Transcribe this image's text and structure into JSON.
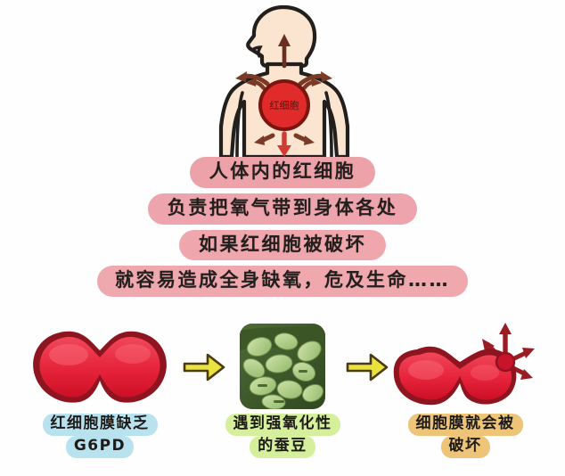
{
  "figure": {
    "name": "human-body-diagram",
    "organ_label": "红细胞",
    "skin_color": "#fbe4d0",
    "outline_color": "#231f1d",
    "cell_color": "#e12a2a",
    "cell_outline_color": "#7b1512",
    "arrow_color": "#7b3a25",
    "down_arrow_color": "#cf3a33"
  },
  "banners": [
    {
      "id": "banner-1",
      "text": "人体内的红细胞",
      "color": "#eda2aa"
    },
    {
      "id": "banner-2",
      "text": "负责把氧气带到身体各处",
      "color": "#eea4ac"
    },
    {
      "id": "banner-3",
      "text": "如果红细胞被破坏",
      "color": "#efa6ad"
    },
    {
      "id": "banner-4",
      "text": "就容易造成全身缺氧，危及生命……",
      "color": "#f0a8af"
    }
  ],
  "steps": [
    {
      "id": "step-1",
      "art": "red-blood-cell-normal",
      "caption_lines": [
        "红细胞膜缺乏",
        "G6PD"
      ],
      "caption_bg": "#b9e2ef",
      "cell_fill": "#e6233a",
      "cell_rim": "#8e1420"
    },
    {
      "id": "step-2",
      "art": "fava-beans-photo",
      "caption_lines": [
        "遇到强氧化性",
        "的蚕豆"
      ],
      "caption_bg": "#d5ef9c",
      "bean_light": "#b9d48c",
      "bean_dark": "#4e6b35"
    },
    {
      "id": "step-3",
      "art": "red-blood-cell-bursting",
      "caption_lines": [
        "细胞膜就会被",
        "破坏"
      ],
      "caption_bg": "#eec478",
      "cell_fill": "#e6233a",
      "cell_rim": "#8e1420",
      "burst_arrow_color": "#9b1d24"
    }
  ],
  "connectors": [
    {
      "id": "connector-1",
      "icon": "arrow-right-icon",
      "color": "#e9e23f"
    },
    {
      "id": "connector-2",
      "icon": "arrow-right-icon",
      "color": "#e9e23f"
    }
  ]
}
